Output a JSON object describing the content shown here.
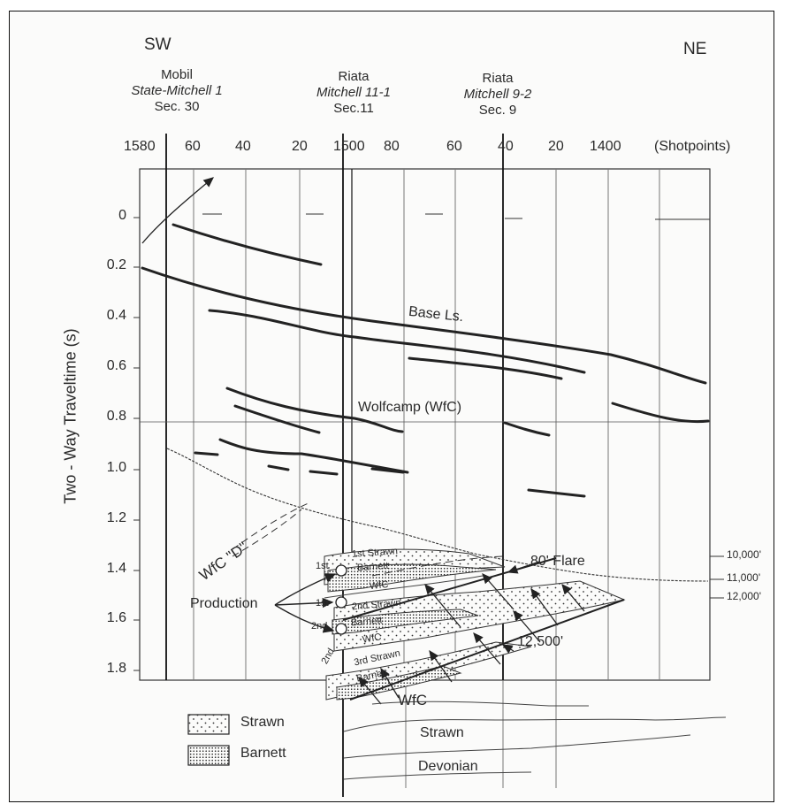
{
  "directions": {
    "sw": "SW",
    "ne": "NE"
  },
  "wells": [
    {
      "name": "Mobil",
      "lease": "State-Mitchell 1",
      "section": "Sec. 30"
    },
    {
      "name": "Riata",
      "lease": "Mitchell 11-1",
      "section": "Sec.11"
    },
    {
      "name": "Riata",
      "lease": "Mitchell 9-2",
      "section": "Sec. 9"
    }
  ],
  "shotpoints": [
    "1580",
    "60",
    "40",
    "20",
    "1500",
    "80",
    "60",
    "40",
    "20",
    "1400"
  ],
  "shotpoints_unit": "(Shotpoints)",
  "y_axis": {
    "label": "Two - Way Traveltime (s)",
    "ticks": [
      "0",
      "0.2",
      "0.4",
      "0.6",
      "0.8",
      "1.0",
      "1.2",
      "1.4",
      "1.6",
      "1.8"
    ]
  },
  "depth_labels": [
    "10,000'",
    "11,000'",
    "12,000'"
  ],
  "horizons": {
    "base_ls": "Base Ls.",
    "wolfcamp": "Wolfcamp (WfC)",
    "wfc_d": "WfC \"D\""
  },
  "annotations": {
    "flare": "80' Flare",
    "depth_12500": "12,500'",
    "production": "Production"
  },
  "zones": {
    "first_strawn": "1st Strawn",
    "barnett": "Barnett",
    "wfc": "WfC",
    "second_strawn": "2nd Strawn",
    "third_strawn": "3rd Strawn",
    "first": "1st",
    "second": "2nd"
  },
  "lower_units": {
    "wfc": "WfC",
    "strawn": "Strawn",
    "devonian": "Devonian"
  },
  "legend": [
    {
      "label": "Strawn",
      "pattern": "sparse-dots"
    },
    {
      "label": "Barnett",
      "pattern": "dense-dots"
    }
  ]
}
